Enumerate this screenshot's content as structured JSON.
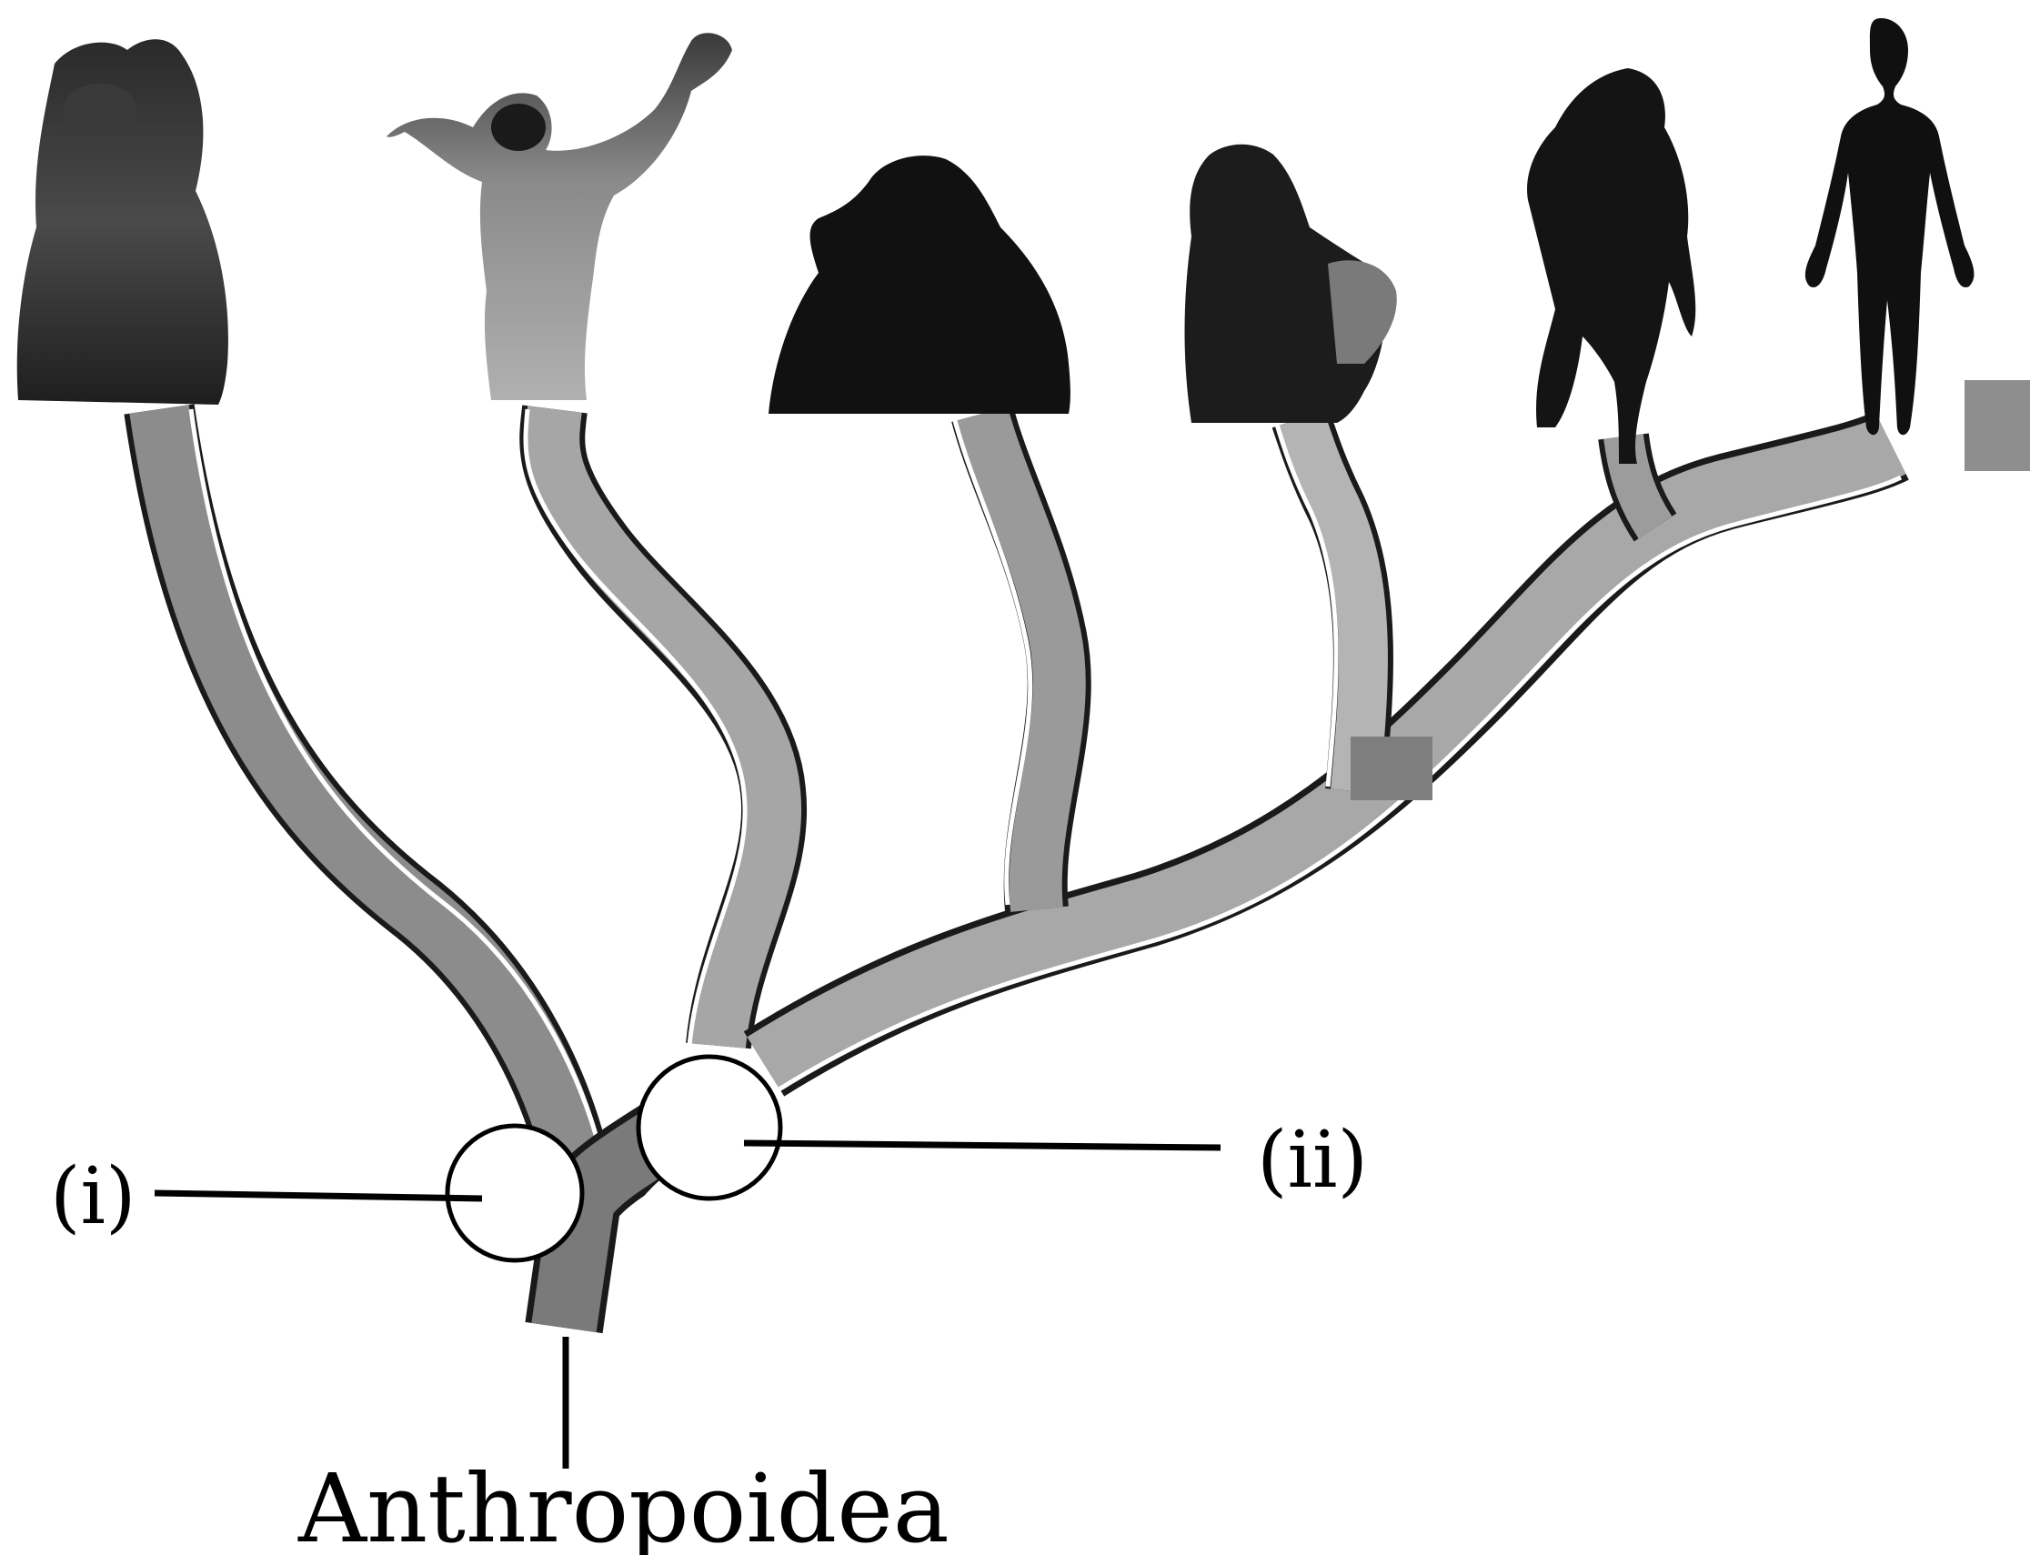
{
  "diagram": {
    "labels": {
      "node_i": "(i)",
      "node_ii": "(ii)",
      "root": "Anthropoidea"
    },
    "taxa_icons": [
      "sitting-monkey-icon",
      "gibbon-icon",
      "orangutan-icon",
      "gorilla-icon",
      "chimpanzee-icon",
      "human-silhouette-icon"
    ],
    "colors": {
      "branch_fill": "#8c8c8c",
      "branch_outline": "#1a1a1a",
      "figure_dark": "#141414",
      "background": "#ffffff"
    }
  }
}
